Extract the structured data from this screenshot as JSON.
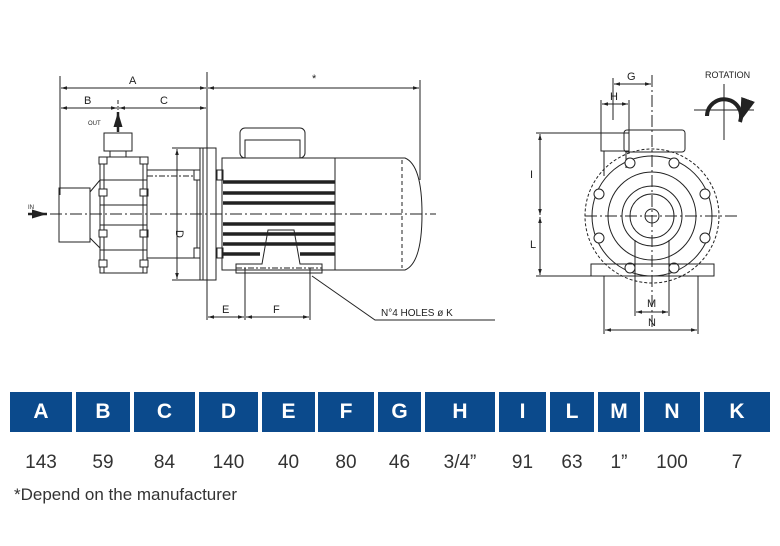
{
  "drawing": {
    "labels": {
      "A": "A",
      "B": "B",
      "C": "C",
      "D": "D",
      "E": "E",
      "F": "F",
      "G": "G",
      "H": "H",
      "I": "I",
      "L": "L",
      "M": "M",
      "N": "N",
      "star": "*",
      "out": "OUT",
      "in": "IN",
      "holes": "N°4 HOLES ø K",
      "rotation": "ROTATION"
    }
  },
  "table": {
    "headers": [
      "A",
      "B",
      "C",
      "D",
      "E",
      "F",
      "G",
      "H",
      "I",
      "L",
      "M",
      "N",
      "K"
    ],
    "values": [
      "143",
      "59",
      "84",
      "140",
      "40",
      "80",
      "46",
      "3/4”",
      "91",
      "63",
      "1”",
      "100",
      "7"
    ],
    "header_color": "#0b4a8c"
  },
  "footnote": "*Depend on the manufacturer"
}
